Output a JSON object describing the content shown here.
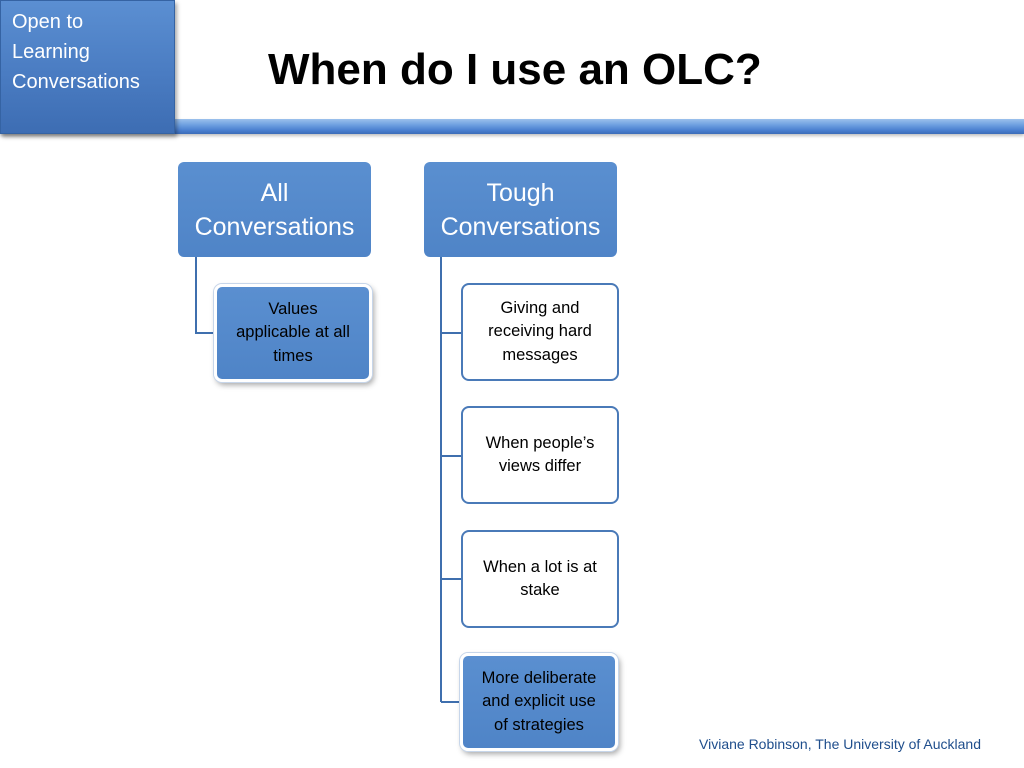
{
  "corner_label": [
    "Open to",
    "Learning",
    "Conversations"
  ],
  "title": "When do I use an OLC?",
  "columns": [
    {
      "heading": [
        "All",
        "Conversations"
      ],
      "items": [
        {
          "lines": [
            "Values",
            "applicable at all",
            "times"
          ],
          "filled": true
        }
      ]
    },
    {
      "heading": [
        "Tough",
        "Conversations"
      ],
      "items": [
        {
          "lines": [
            "Giving and",
            "receiving hard",
            "messages"
          ],
          "filled": false
        },
        {
          "lines": [
            "When people’s",
            "views differ"
          ],
          "filled": false
        },
        {
          "lines": [
            "When a lot is at",
            "stake"
          ],
          "filled": false
        },
        {
          "lines": [
            "More deliberate",
            "and explicit use",
            "of strategies"
          ],
          "filled": true
        }
      ]
    }
  ],
  "footer": "Viviane Robinson, The University of Auckland",
  "colors": {
    "accent_blue": "#4f84c7",
    "connector": "#3f6fae",
    "footer_text": "#1f4e8c"
  }
}
